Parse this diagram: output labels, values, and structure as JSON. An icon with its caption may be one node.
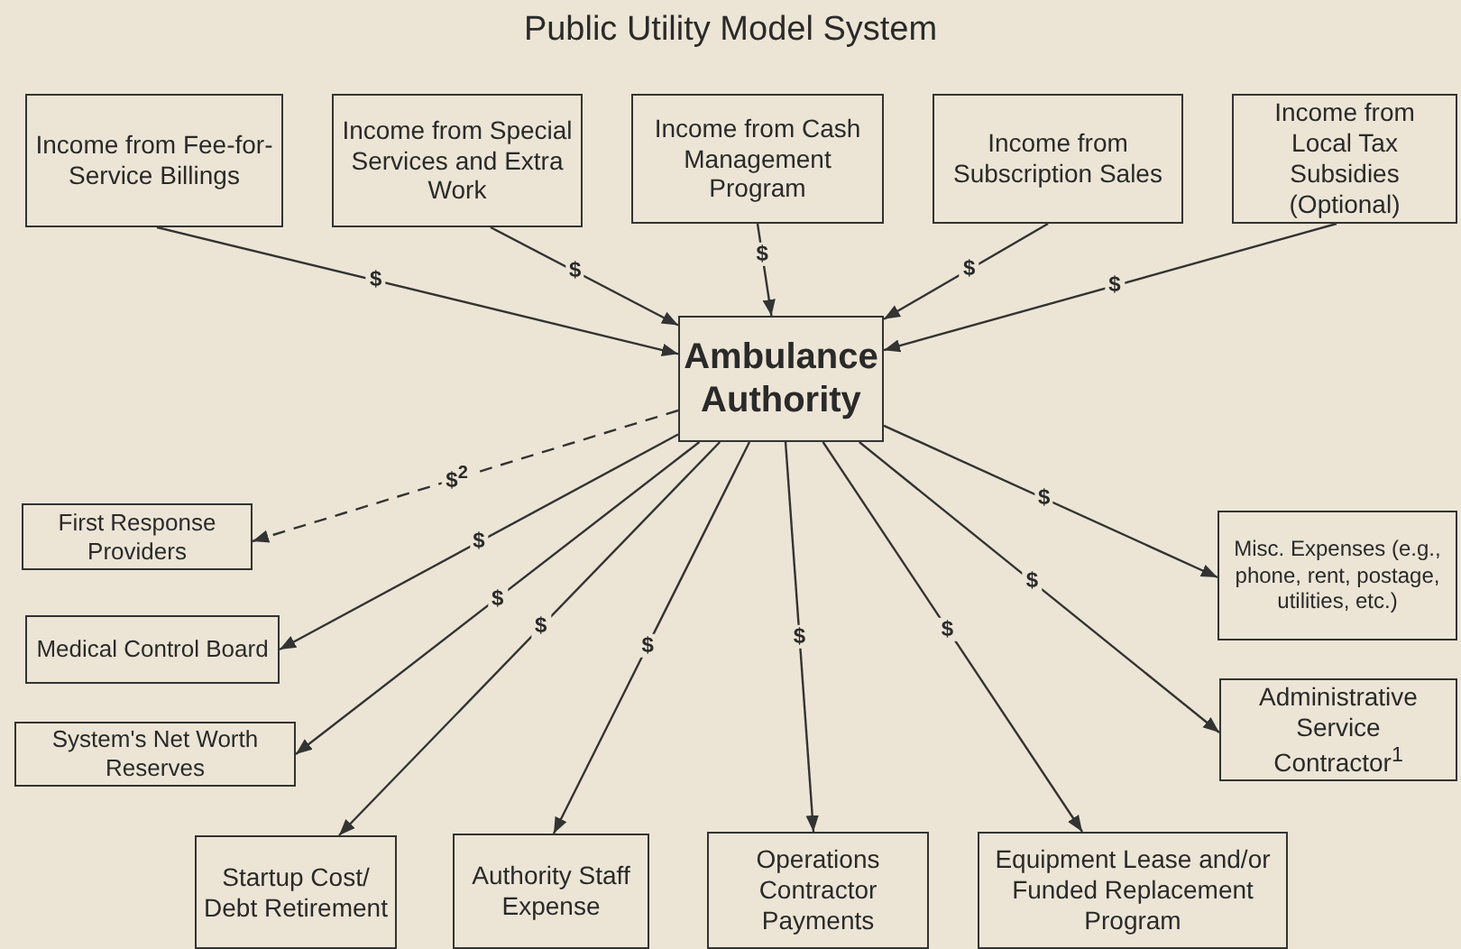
{
  "diagram": {
    "title": "Public Utility Model System",
    "nodes": [
      {
        "text": [
          "Income from Fee-for-Service Billings"
        ]
      },
      {
        "text": [
          "Income from Special Services and Extra Work"
        ]
      },
      {
        "text": [
          "Income from Cash Management Program"
        ]
      },
      {
        "text": [
          "Income from Subscription Sales"
        ]
      },
      {
        "text": [
          "Income from Local Tax Subsidies (Optional)"
        ]
      },
      {
        "text": [
          "Ambulance Authority"
        ]
      },
      {
        "text": [
          "First Response Providers"
        ]
      },
      {
        "text": [
          "Medical Control Board"
        ]
      },
      {
        "text": [
          "System's Net Worth Reserves"
        ]
      },
      {
        "text": [
          "Startup Cost/ Debt Retirement"
        ]
      },
      {
        "text": [
          "Authority Staff Expense"
        ]
      },
      {
        "text": [
          "Operations Contractor Payments"
        ]
      },
      {
        "text": [
          "Equipment Lease and/or Funded Replacement Program"
        ]
      },
      {
        "text": [
          "Misc. Expenses (e.g., phone, rent, postage, utilities, etc.)"
        ]
      },
      {
        "text": [
          "Administrative Service Contractor$^{1}$"
        ]
      }
    ],
    "edges": [
      {
        "from": 0,
        "to": 5,
        "arrow": "to",
        "label": "$"
      },
      {
        "from": 1,
        "to": 5,
        "arrow": "to",
        "label": "$"
      },
      {
        "from": 2,
        "to": 5,
        "arrow": "to",
        "label": "$"
      },
      {
        "from": 3,
        "to": 5,
        "arrow": "to",
        "label": "$"
      },
      {
        "from": 4,
        "to": 5,
        "arrow": "to",
        "label": "$"
      },
      {
        "from": 5,
        "to": 6,
        "arrow": "to",
        "label": "$$^{2}$",
        "style": "dashed"
      },
      {
        "from": 5,
        "to": 7,
        "arrow": "to",
        "label": "$"
      },
      {
        "from": 5,
        "to": 8,
        "arrow": "to",
        "label": "$"
      },
      {
        "from": 5,
        "to": 9,
        "arrow": "to",
        "label": "$"
      },
      {
        "from": 5,
        "to": 10,
        "arrow": "to",
        "label": "$"
      },
      {
        "from": 5,
        "to": 11,
        "arrow": "to",
        "label": "$"
      },
      {
        "from": 5,
        "to": 12,
        "arrow": "to",
        "label": "$"
      },
      {
        "from": 5,
        "to": 13,
        "arrow": "to",
        "label": "$"
      },
      {
        "from": 5,
        "to": 14,
        "arrow": "to",
        "label": "$"
      }
    ]
  }
}
